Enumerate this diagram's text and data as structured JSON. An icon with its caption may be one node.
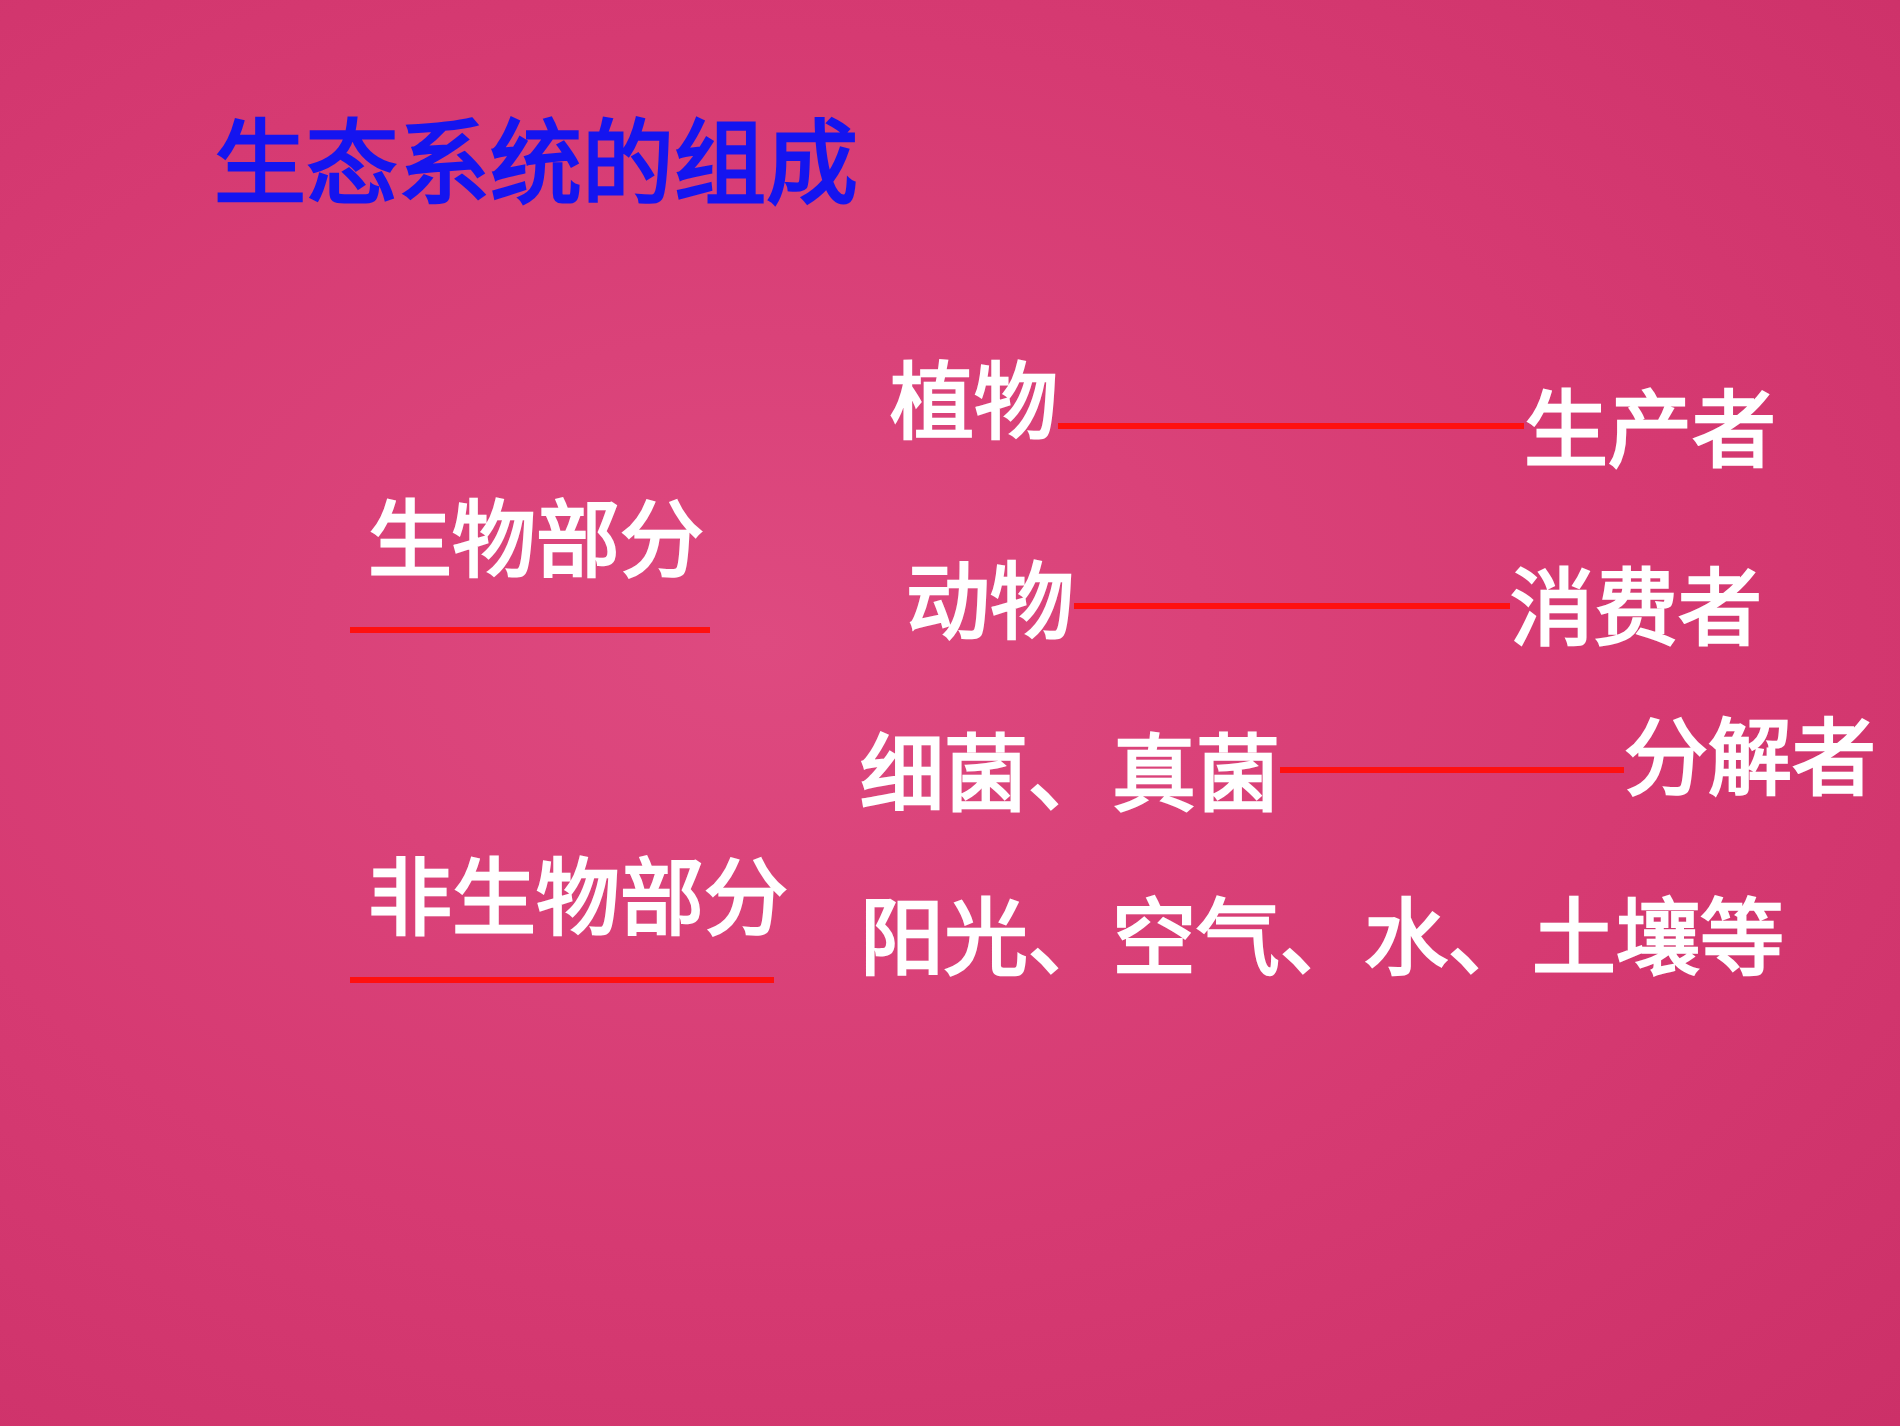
{
  "diagram": {
    "title": "生态系统的组成",
    "nodes": [
      {
        "text": [
          "植物"
        ]
      },
      {
        "text": [
          "生产者"
        ]
      },
      {
        "text": [
          "动物"
        ]
      },
      {
        "text": [
          "消费者"
        ]
      },
      {
        "text": [
          "细菌、真菌"
        ]
      },
      {
        "text": [
          "分解者"
        ]
      }
    ],
    "edges": [
      {
        "from": 0,
        "to": 1,
        "arrow": "none"
      },
      {
        "from": 2,
        "to": 3,
        "arrow": "none"
      },
      {
        "from": 4,
        "to": 5,
        "arrow": "none"
      }
    ],
    "labels": [
      "生物部分",
      "非生物部分",
      "阳光、空气、水、土壤等"
    ]
  }
}
